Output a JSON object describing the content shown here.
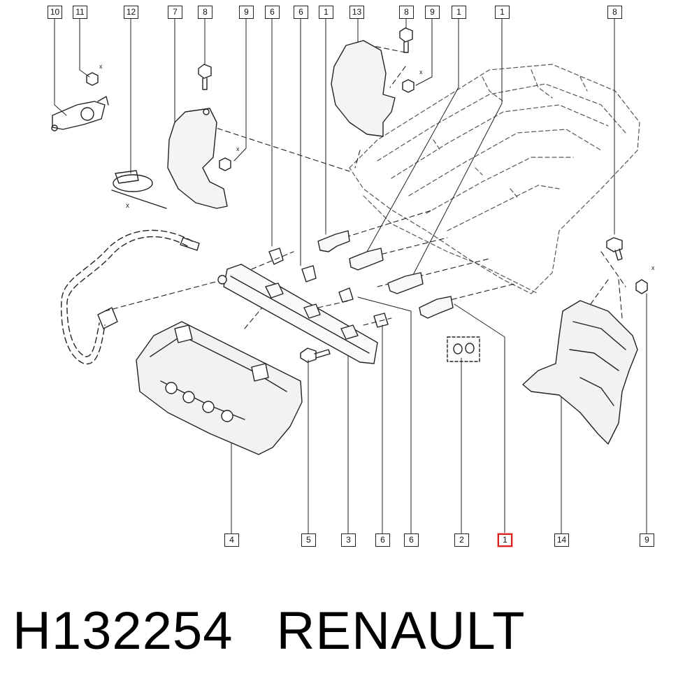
{
  "callouts": {
    "top": [
      "10",
      "11",
      "12",
      "7",
      "8",
      "9",
      "6",
      "6",
      "1",
      "13",
      "8",
      "9",
      "1",
      "1",
      "8"
    ],
    "bottom": [
      "4",
      "5",
      "3",
      "6",
      "6",
      "2",
      "1",
      "14",
      "9"
    ]
  },
  "highlighted_callout": "1",
  "dimension_label": "x",
  "caption": {
    "part_number": "H132254",
    "brand": "RENAULT"
  },
  "colors": {
    "line": "#222222",
    "highlight": "#e02020"
  }
}
